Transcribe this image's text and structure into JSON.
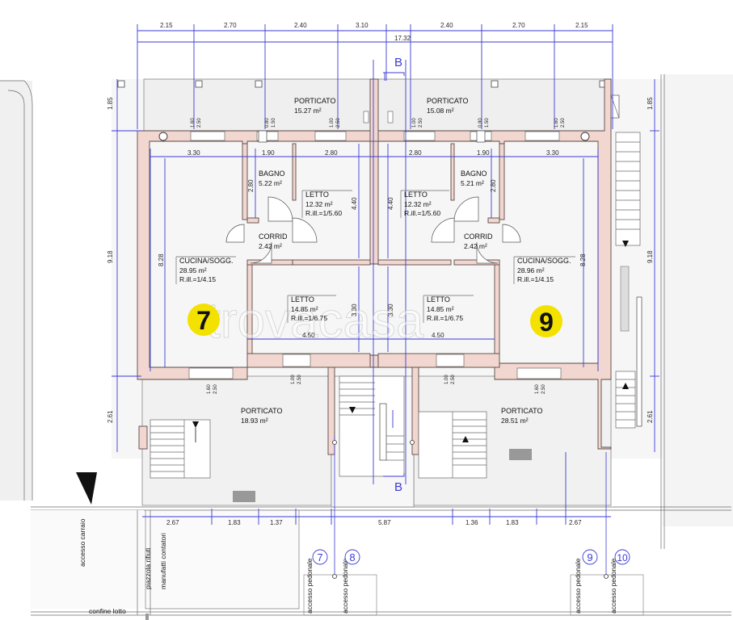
{
  "units": [
    {
      "number": "7",
      "badge_color": "#f3e100"
    },
    {
      "number": "9",
      "badge_color": "#f3e100"
    }
  ],
  "rooms": {
    "porticato_top_left": {
      "name": "PORTICATO",
      "area": "15.27 m²"
    },
    "porticato_top_right": {
      "name": "PORTICATO",
      "area": "15.08 m²"
    },
    "bagno_left": {
      "name": "BAGNO",
      "area": "5.22 m²"
    },
    "bagno_right": {
      "name": "BAGNO",
      "area": "5.21 m²"
    },
    "letto1_left": {
      "name": "LETTO",
      "area": "12.32 m²",
      "ratio": "R.ill.=1/5.60"
    },
    "letto1_right": {
      "name": "LETTO",
      "area": "12.32 m²",
      "ratio": "R.ill.=1/5.60"
    },
    "corrid_left": {
      "name": "CORRID",
      "area": "2.42 m²"
    },
    "corrid_right": {
      "name": "CORRID",
      "area": "2.42 m²"
    },
    "cucina_left": {
      "name": "CUCINA/SOGG.",
      "area": "28.95 m²",
      "ratio": "R.ill.=1/4.15"
    },
    "cucina_right": {
      "name": "CUCINA/SOGG.",
      "area": "28.96 m²",
      "ratio": "R.ill.=1/4.15"
    },
    "letto2_left": {
      "name": "LETTO",
      "area": "14.85 m²",
      "ratio": "R.ill.=1/6.75"
    },
    "letto2_right": {
      "name": "LETTO",
      "area": "14.85 m²",
      "ratio": "R.ill.=1/6.75"
    },
    "porticato_bottom_left": {
      "name": "PORTICATO",
      "area": "18.93 m²"
    },
    "porticato_bottom_right": {
      "name": "PORTICATO",
      "area": "28.51 m²"
    }
  },
  "dimensions": {
    "top": [
      "2.15",
      "2.70",
      "2.40",
      "3.10",
      "2.40",
      "2.70",
      "2.15"
    ],
    "overall": "17.32",
    "interior_left": [
      "3.30",
      "1.90",
      "2.80"
    ],
    "interior_right": [
      "2.80",
      "1.90",
      "3.30"
    ],
    "letto_width": "4.50",
    "bagno_height": "2.80",
    "letto_height": "4.40",
    "letto2_height": "3.30",
    "cucina_height": "8.28",
    "side_top": "1.85",
    "side_mid": "9.18",
    "side_bottom": "2.61",
    "bottom_left": [
      "2.67",
      "1.83",
      "1.37"
    ],
    "bottom_mid": "5.87",
    "bottom_right": [
      "1.36",
      "1.83",
      "2.67"
    ],
    "windows": {
      "w160": [
        "1.60",
        "2.50"
      ],
      "w080": [
        "0.80",
        "1.50"
      ],
      "w100": [
        "1.00",
        "2.50"
      ]
    }
  },
  "section_marker": "B",
  "labels": {
    "accesso_carraio": "accesso carraio",
    "piazzola_rifiuti": "piazzola rifiuti",
    "manufatti_contatori": "manufatti contatori",
    "confine_lotto": "confine lotto",
    "accesso_pedonale": "accesso pedonale"
  },
  "access_numbers": [
    "7",
    "8",
    "9",
    "10"
  ],
  "watermark": "trovacasa",
  "colors": {
    "wall_fill": "#f1d7cf",
    "dimension_blue": "#3b3bd6"
  }
}
